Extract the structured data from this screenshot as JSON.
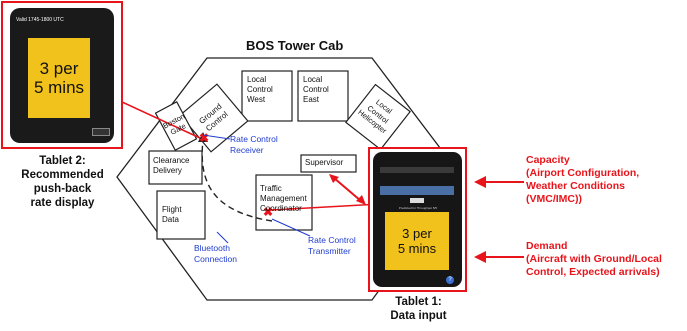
{
  "title": "BOS Tower Cab",
  "tablet2": {
    "valid": "Valid 1745-1800 UTC",
    "rate_display": "3 per\n5 mins",
    "caption": "Tablet 2:\nRecommended\npush-back\nrate display"
  },
  "tablet1": {
    "rate_display": "3 per\n5 mins",
    "caption": "Tablet 1:\nData input",
    "field_label": "Predicted for Throughput 5/5"
  },
  "stations": {
    "ground_control": "Ground\nControl",
    "local_west": "Local\nControl\nWest",
    "local_east": "Local\nControl\nEast",
    "local_heli": "Local\nControl\nHelicopter",
    "boston_gate": "Boston\nGate",
    "clearance": "Clearance\nDelivery",
    "supervisor": "Supervisor",
    "tmc": "Traffic\nManagement\nCoordinator",
    "flight_data": "Flight\nData"
  },
  "labels": {
    "rc_receiver": "Rate Control\nReceiver",
    "rc_transmitter": "Rate Control\nTransmitter",
    "bluetooth": "Bluetooth\nConnection"
  },
  "capacity": "Capacity\n(Airport Configuration,\nWeather Conditions\n(VMC/IMC))",
  "demand": "Demand\n(Aircraft with Ground/Local\nControl, Expected arrivals)",
  "colors": {
    "red": "#e8141b",
    "blue": "#1f3ccf",
    "yellow": "#f2c21c"
  }
}
